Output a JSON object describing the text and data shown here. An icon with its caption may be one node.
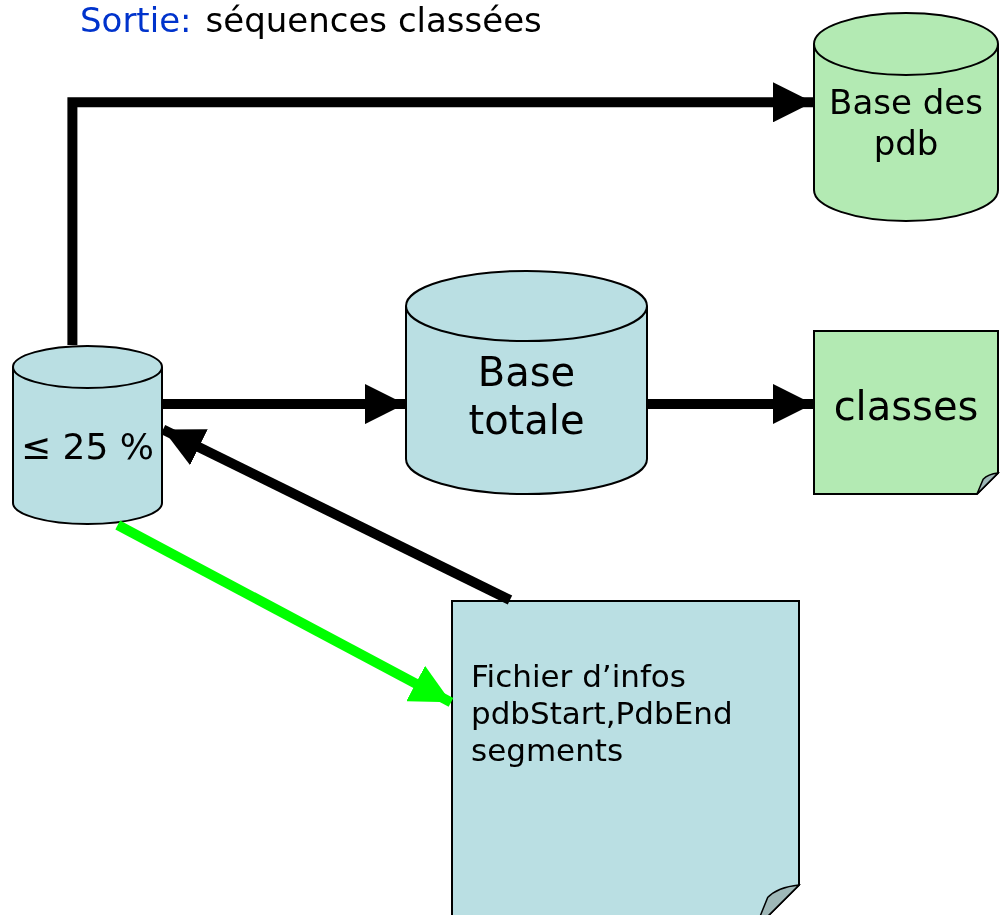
{
  "diagram": {
    "nodes": [
      {
        "text": [
          "≤ 25 %"
        ]
      },
      {
        "text": [
          "Base totale"
        ]
      },
      {
        "text": [
          "Base des pdb"
        ]
      },
      {
        "text": [
          "classes"
        ]
      },
      {
        "text": [
          "Fichier d’infos pdbStart,PdbEnd segments"
        ]
      }
    ],
    "edges": [
      {
        "from": 0,
        "to": 2,
        "arrow": "to"
      },
      {
        "from": 0,
        "to": 1,
        "arrow": "to"
      },
      {
        "from": 1,
        "to": 3,
        "arrow": "to"
      },
      {
        "from": 4,
        "to": 0,
        "arrow": "to"
      },
      {
        "from": 0,
        "to": 4,
        "arrow": "to",
        "color": "#00ff00"
      }
    ],
    "labels": [
      "Sortie:",
      "séquences classées"
    ]
  }
}
